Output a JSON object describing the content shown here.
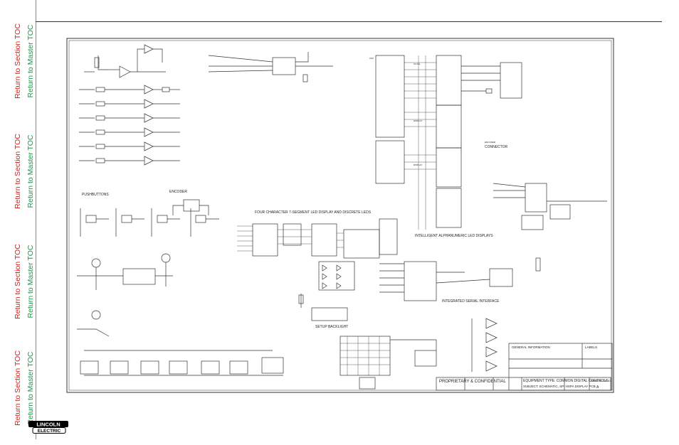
{
  "sidebar": {
    "groups": [
      {
        "section": "Return to Section TOC",
        "master": "Return to Master TOC"
      },
      {
        "section": "Return to Section TOC",
        "master": "Return to Master TOC"
      },
      {
        "section": "Return to Section TOC",
        "master": "Return to Master TOC"
      },
      {
        "section": "Return to Section TOC",
        "master": "Return to Master TOC"
      }
    ],
    "section_color": "#d0231f",
    "master_color": "#1a9a4a"
  },
  "schematic": {
    "labels": {
      "pushbuttons": "PUSHBUTTONS",
      "encoder": "ENCODER",
      "display": "FOUR CHARACTER 7-SEGMENT LED DISPLAY AND DISCRETE LEDS",
      "alnum": "INTELLIGENT ALPHANUMERIC LED DISPLAYS",
      "serial": "INTEGRATED SERIAL INTERFACE",
      "setup": "SETUP BACKLIGHT",
      "connector": "CONNECTOR"
    },
    "title_block": {
      "proprietary": "PROPRIETARY & CONFIDENTIAL",
      "equipment_type": "EQUIPMENT TYPE: COMMON DIGITAL CONTROLS",
      "subject": "SUBJECT: SCHEMATIC, SPI HSPA DISPLAY PCB",
      "general_info": "GENERAL INFORMATION",
      "labels": "LABELS",
      "doc_page": "PAGE 01 OF 01",
      "revision": "A"
    }
  },
  "logo": {
    "line1": "LINCOLN",
    "line2": "ELECTRIC"
  }
}
